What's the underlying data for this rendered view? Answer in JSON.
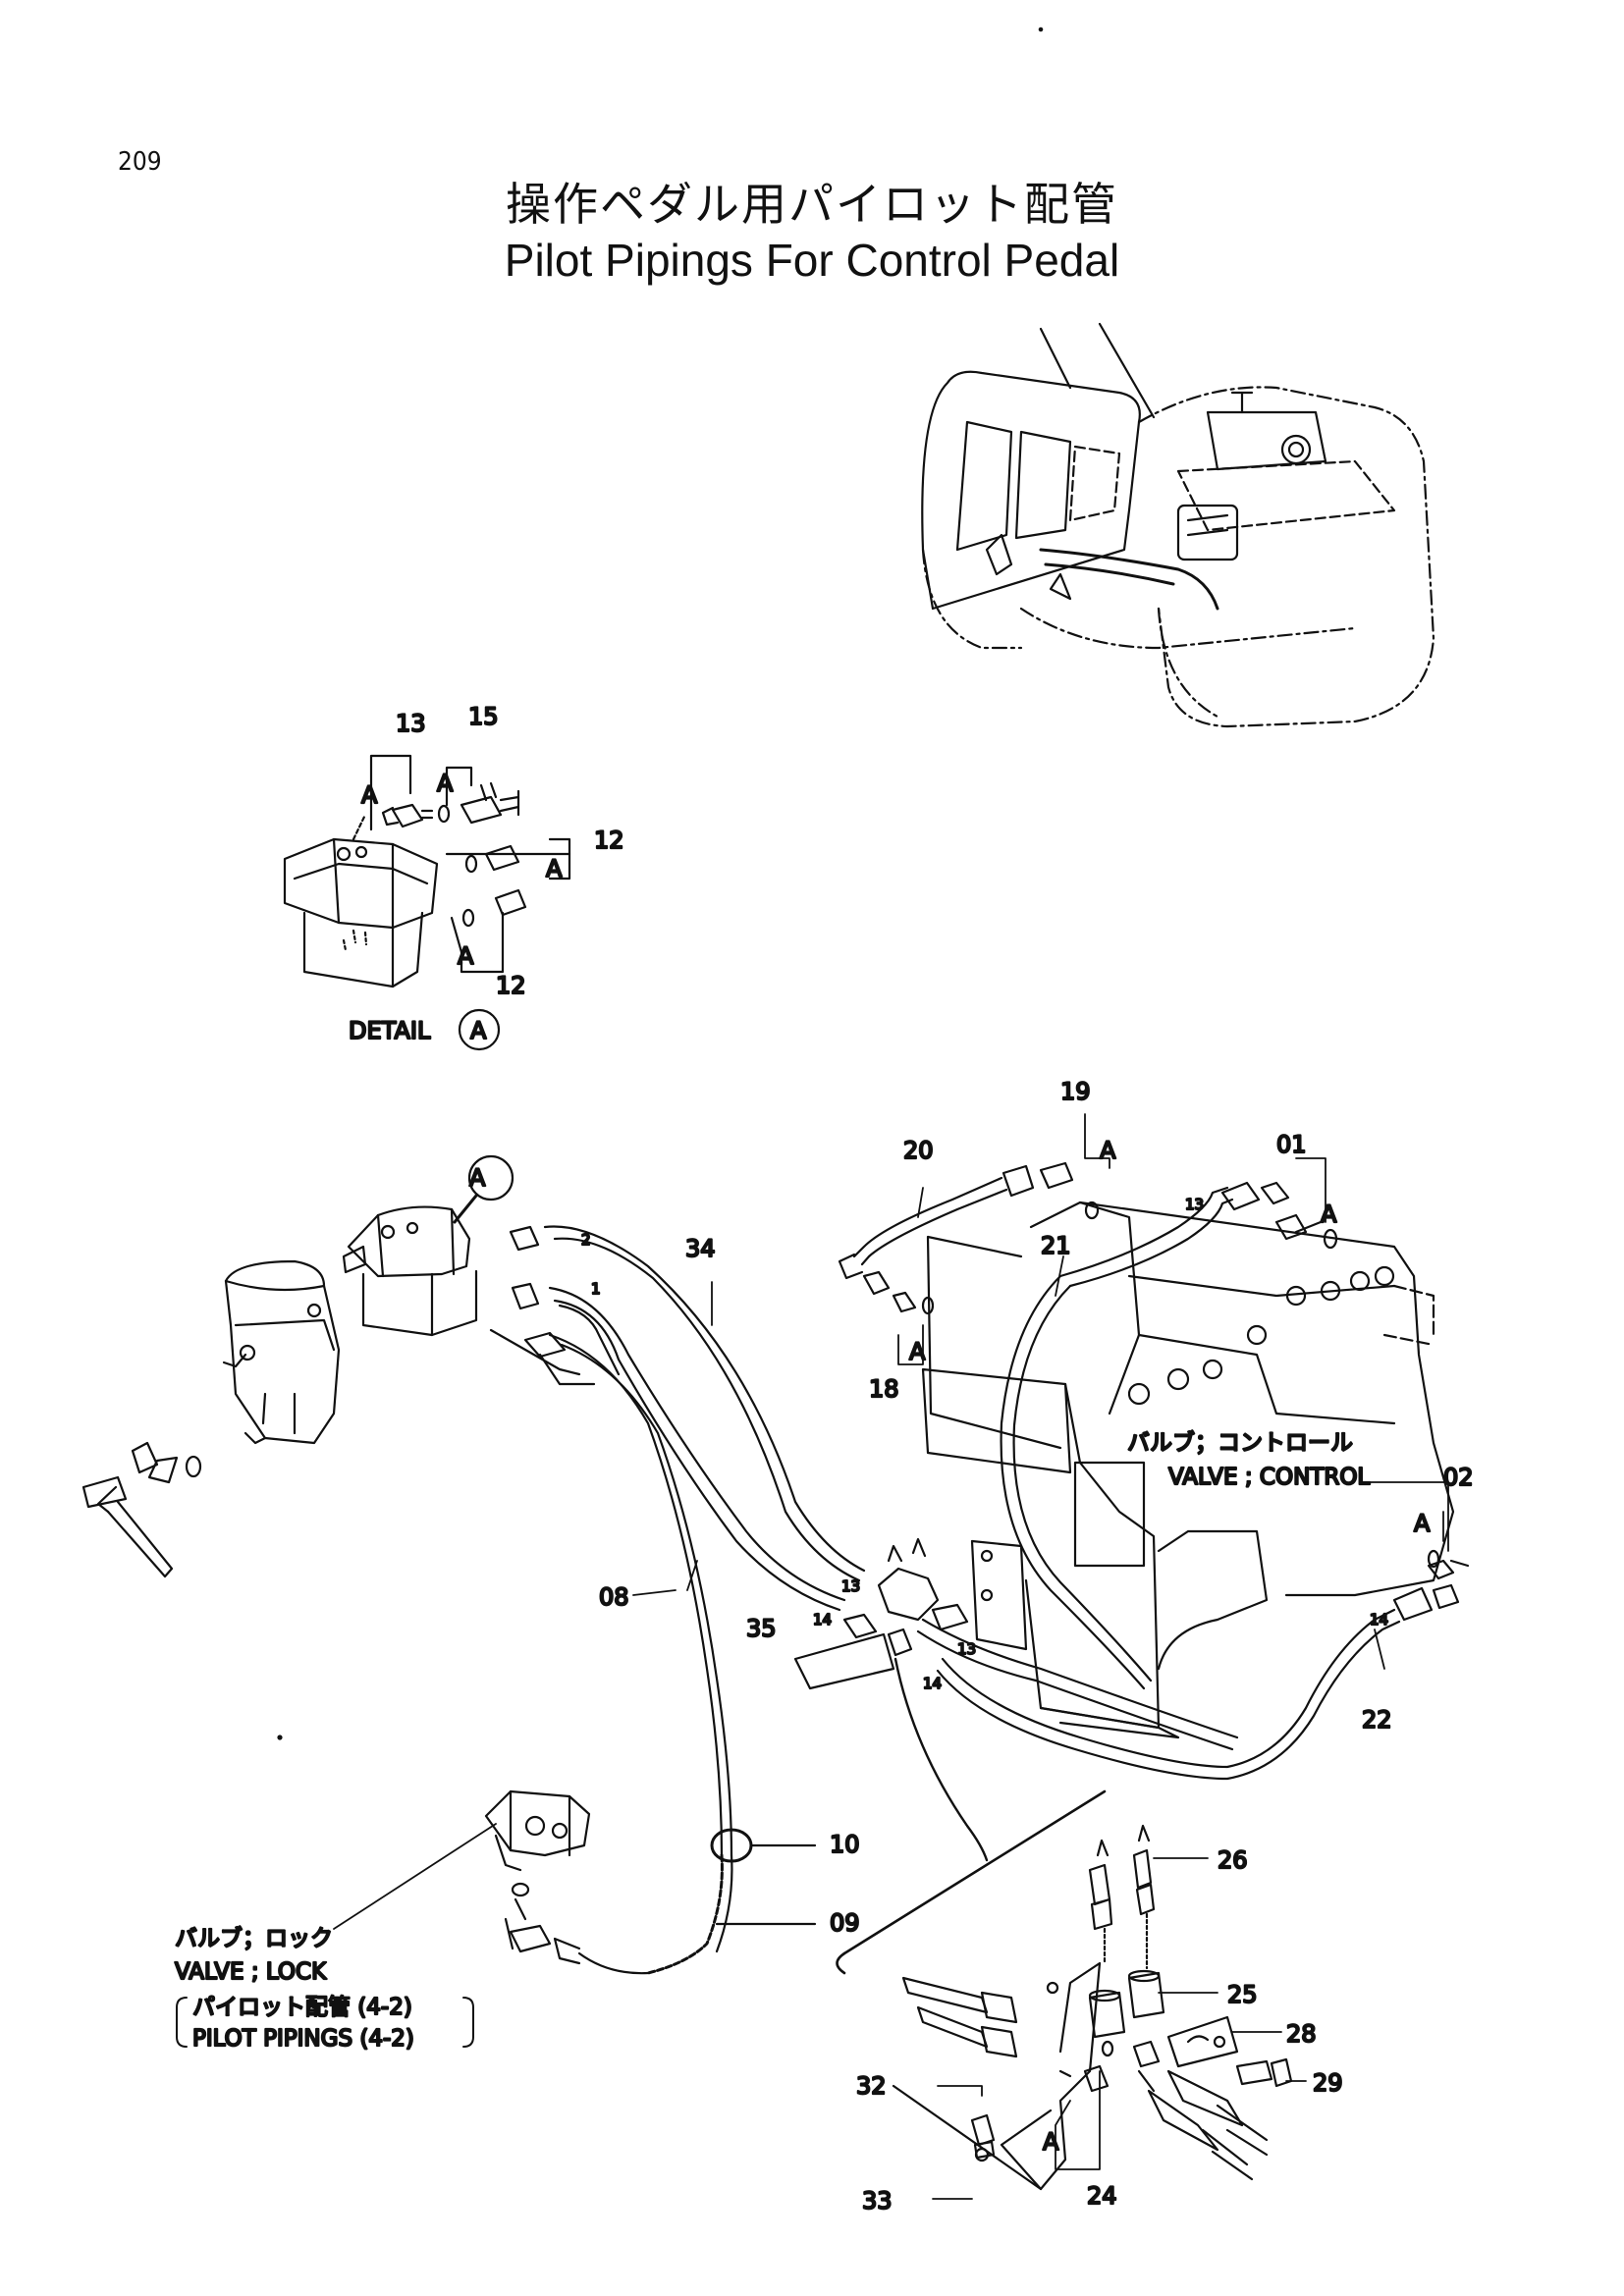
{
  "page_number": "209",
  "title_jp": "操作ペダル用パイロット配管",
  "title_en": "Pilot Pipings For Control Pedal",
  "detail_label": "DETAIL",
  "detail_letter": "A",
  "callout_a": "A",
  "valve_control_jp": "バルブ；コントロール",
  "valve_control_en": "VALVE ; CONTROL",
  "valve_lock_jp": "バルブ；ロック",
  "valve_lock_en": "VALVE ; LOCK",
  "pilot_pipings_jp": "パイロット配管 (4-2)",
  "pilot_pipings_en": "PILOT  PIPINGS (4-2)",
  "parts": {
    "p01": "01",
    "p02": "02",
    "p08": "08",
    "p09": "09",
    "p10": "10",
    "p12": "12",
    "p13": "13",
    "p14": "14",
    "p15": "15",
    "p18": "18",
    "p19": "19",
    "p20": "20",
    "p21": "21",
    "p22": "22",
    "p24": "24",
    "p25": "25",
    "p26": "26",
    "p28": "28",
    "p29": "29",
    "p32": "32",
    "p33": "33",
    "p34": "34",
    "p35": "35"
  },
  "port_marks": {
    "one": "1",
    "two": "2"
  }
}
